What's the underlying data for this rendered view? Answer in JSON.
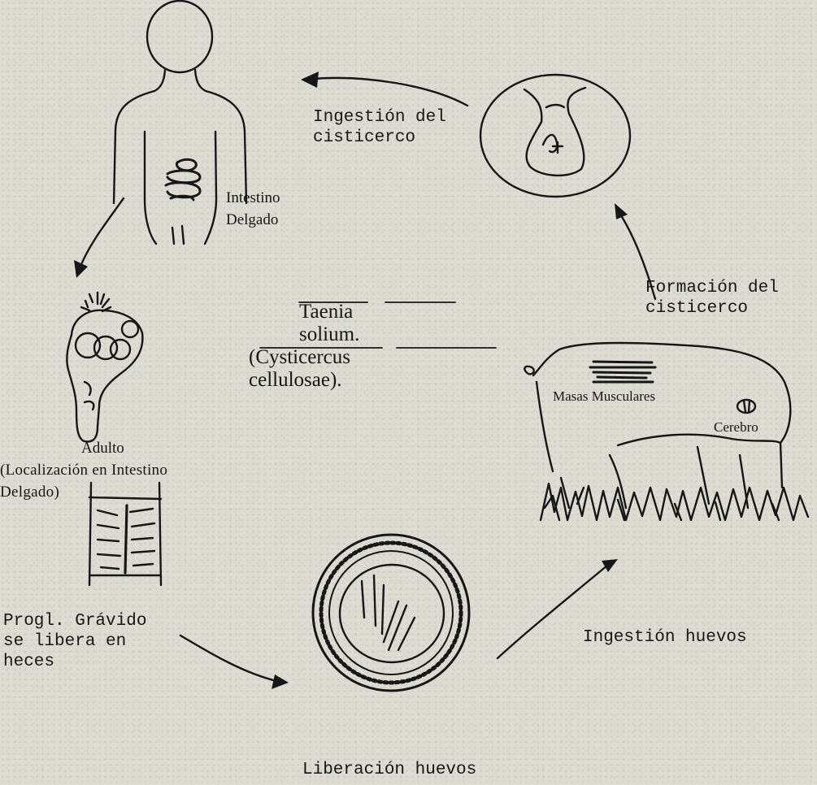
{
  "title_line1": {
    "word1": "Taenia",
    "word2": "solium."
  },
  "title_line2": {
    "open": "(",
    "word1": "Cysticercus",
    "word2": "cellulosae",
    "close": ")."
  },
  "labels": {
    "ingestion_cisticerco": "Ingestión del\ncisticerco",
    "intestino_delgado": "Intestino\nDelgado",
    "formacion_cisticerco": "Formación del\ncisticerco",
    "masas_musculares": "Masas Musculares",
    "cerebro": "Cerebro",
    "adulto": "Adulto",
    "localizacion": "(Localización en Intestino\nDelgado)",
    "progl_gravido": "Progl. Grávido\nse libera en\nheces",
    "ingestion_huevos": "Ingestión  huevos",
    "liberacion_huevos": "Liberación huevos"
  },
  "colors": {
    "ink": "#161616",
    "paper": "#dcdcd3"
  }
}
